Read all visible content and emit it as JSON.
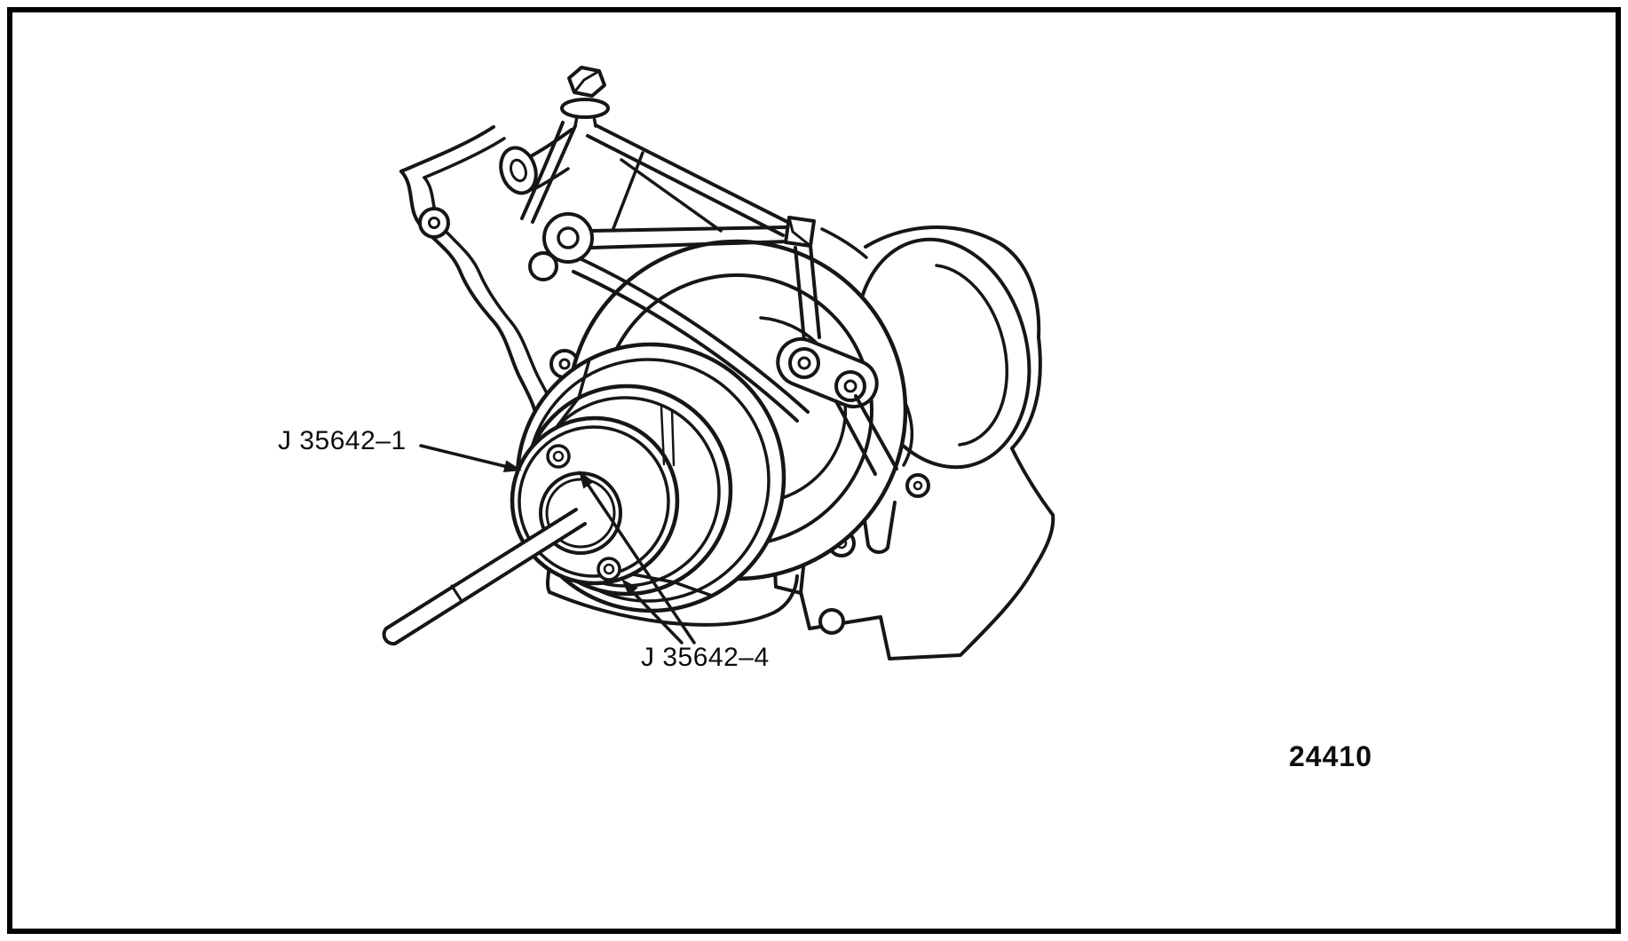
{
  "figure": {
    "background_color": "#ffffff",
    "line_color": "#161616",
    "labels": [
      {
        "text": "J 35642–1"
      },
      {
        "text": "J 35642–4"
      }
    ],
    "figure_number": "24410"
  }
}
